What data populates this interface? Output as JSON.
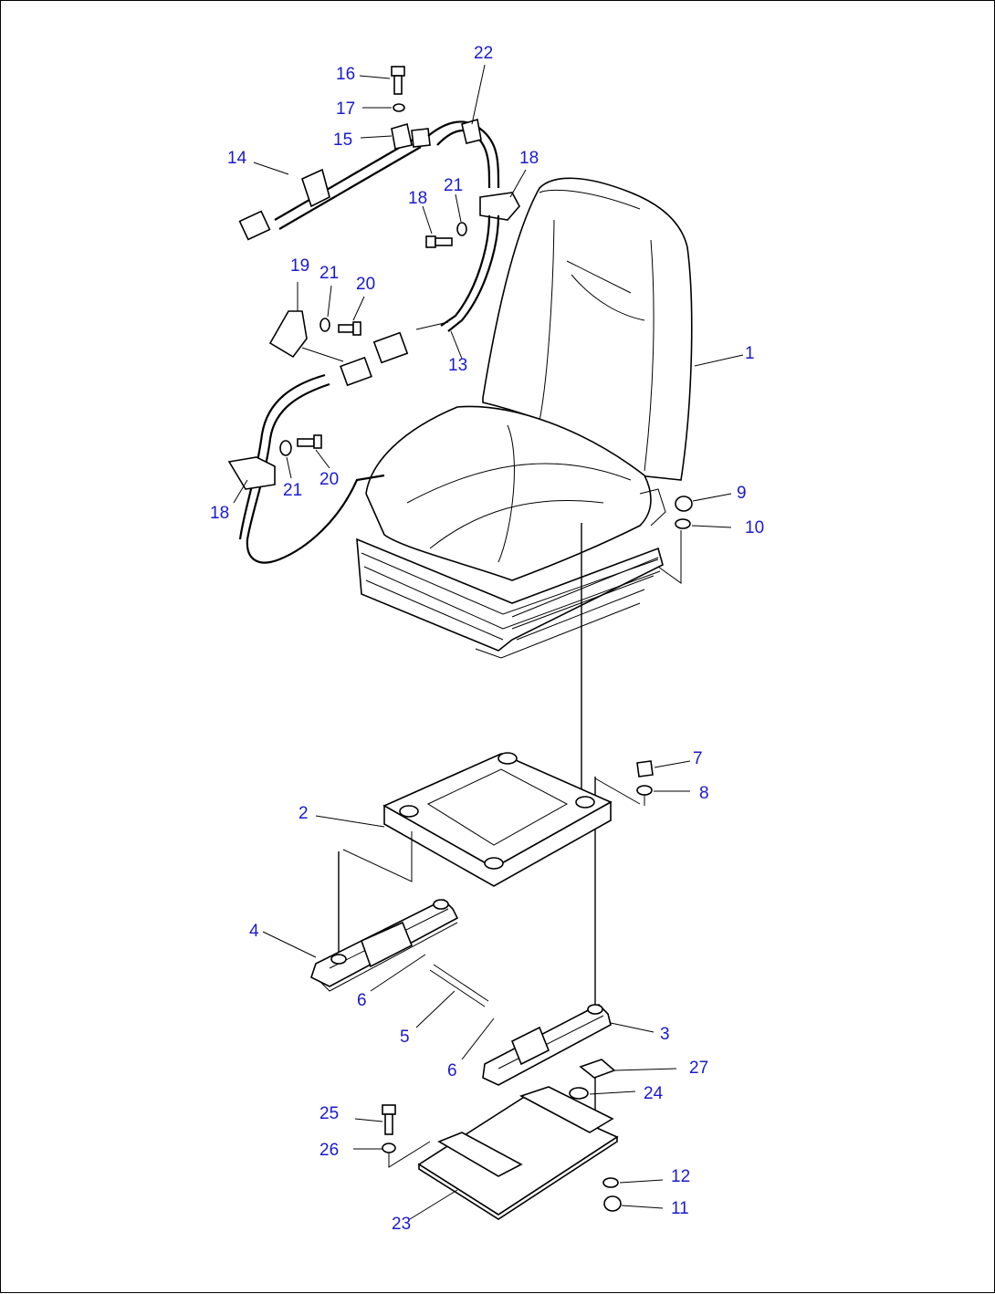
{
  "diagram": {
    "labels": {
      "l1": "1",
      "l2": "2",
      "l3": "3",
      "l4": "4",
      "l5": "5",
      "l6a": "6",
      "l6b": "6",
      "l7": "7",
      "l8": "8",
      "l9": "9",
      "l10": "10",
      "l11": "11",
      "l12": "12",
      "l13": "13",
      "l14": "14",
      "l15": "15",
      "l16": "16",
      "l17": "17",
      "l18a": "18",
      "l18b": "18",
      "l18c": "18",
      "l19": "19",
      "l20a": "20",
      "l20b": "20",
      "l21a": "21",
      "l21b": "21",
      "l21c": "21",
      "l22": "22",
      "l23": "23",
      "l24": "24",
      "l25": "25",
      "l26": "26",
      "l27": "27"
    },
    "colors": {
      "label": "#1a1ad0",
      "line": "#000000"
    }
  }
}
